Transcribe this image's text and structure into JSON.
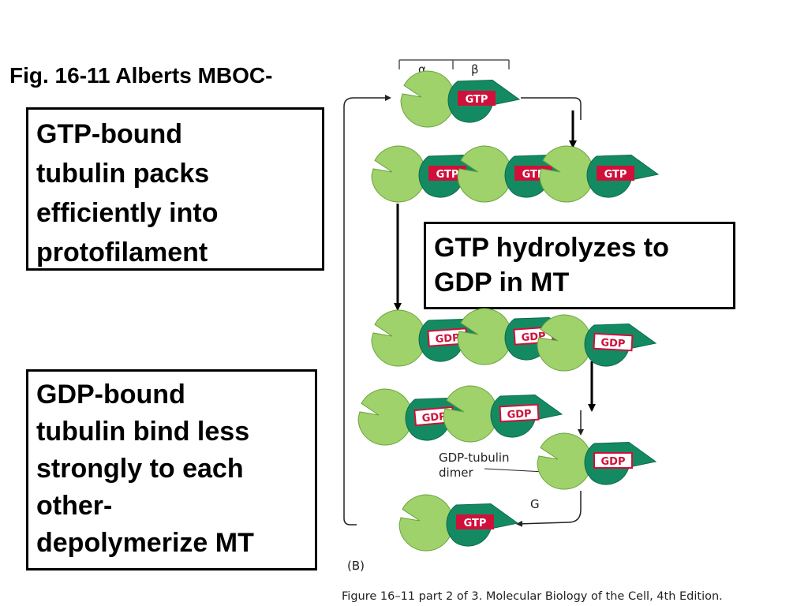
{
  "title": "Fig. 16-11 Alberts MBOC-",
  "boxes": {
    "gtp_bound": [
      "GTP-bound",
      "tubulin packs",
      "efficiently into",
      "protofilament"
    ],
    "hydrolysis": [
      "GTP hydrolyzes to",
      "GDP in MT"
    ],
    "gdp_bound": [
      "GDP-bound",
      "tubulin bind less",
      "strongly to each",
      "other-",
      "depolymerize MT"
    ]
  },
  "diagram": {
    "alpha_label": "α",
    "beta_label": "β",
    "gtp_tag": "GTP",
    "gdp_tag": "GDP",
    "dimer_label_line1": "GDP-tubulin",
    "dimer_label_line2": "dimer",
    "partial_letter": "G",
    "panel_label": "(B)"
  },
  "caption": "Figure 16–11 part 2 of 3. Molecular Biology of the Cell, 4th Edition.",
  "colors": {
    "alpha_subunit": "#9fd26a",
    "beta_subunit": "#148a62",
    "tag_red": "#d0103a",
    "gdp_tag_bg": "#ffffff",
    "gdp_tag_text": "#d0103a"
  }
}
